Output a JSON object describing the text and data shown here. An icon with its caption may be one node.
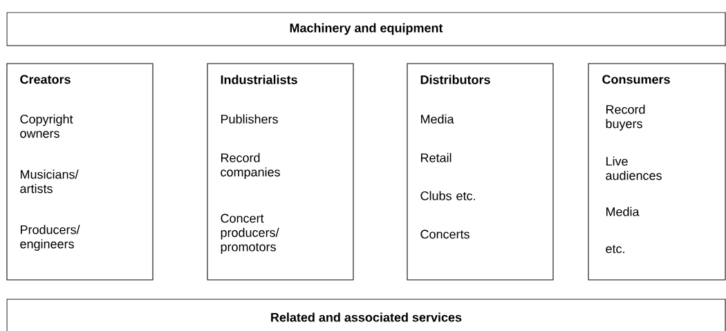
{
  "diagram": {
    "nodes": [
      {
        "text": [
          "Machinery and equipment"
        ]
      },
      {
        "text": [
          "Creators",
          "Copyright owners",
          "Musicians/ artists",
          "Producers/ engineers"
        ]
      },
      {
        "text": [
          "Industrialists",
          "Publishers",
          "Record companies",
          "Concert producers/ promotors"
        ]
      },
      {
        "text": [
          "Distributors",
          "Media",
          "Retail",
          "Clubs etc.",
          "Concerts"
        ]
      },
      {
        "text": [
          "Consumers",
          "Record buyers",
          "Live audiences",
          "Media",
          "etc."
        ]
      },
      {
        "text": [
          "Related and associated services"
        ]
      }
    ]
  }
}
